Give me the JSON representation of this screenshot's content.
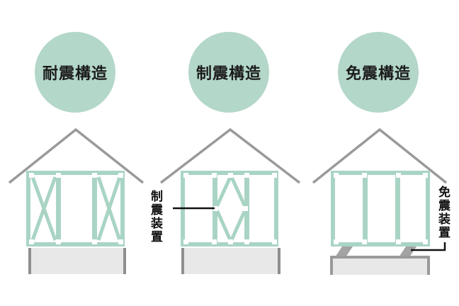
{
  "sections": [
    {
      "id": "taishin",
      "circle_label": "耐震構造"
    },
    {
      "id": "seishin",
      "circle_label": "制震構造",
      "device_label": "制震装置"
    },
    {
      "id": "menshin",
      "circle_label": "免震構造",
      "device_label": "免震装置"
    }
  ],
  "colors": {
    "circle_fill": "#b3d7c9",
    "frame_green": "#a9d4c4",
    "roof_gray": "#9a9a9a",
    "foundation_fill": "#e8e8e8",
    "foundation_edge": "#8f8f8f",
    "isolator_gray": "#a3a3a3",
    "annotation_black": "#111111"
  }
}
